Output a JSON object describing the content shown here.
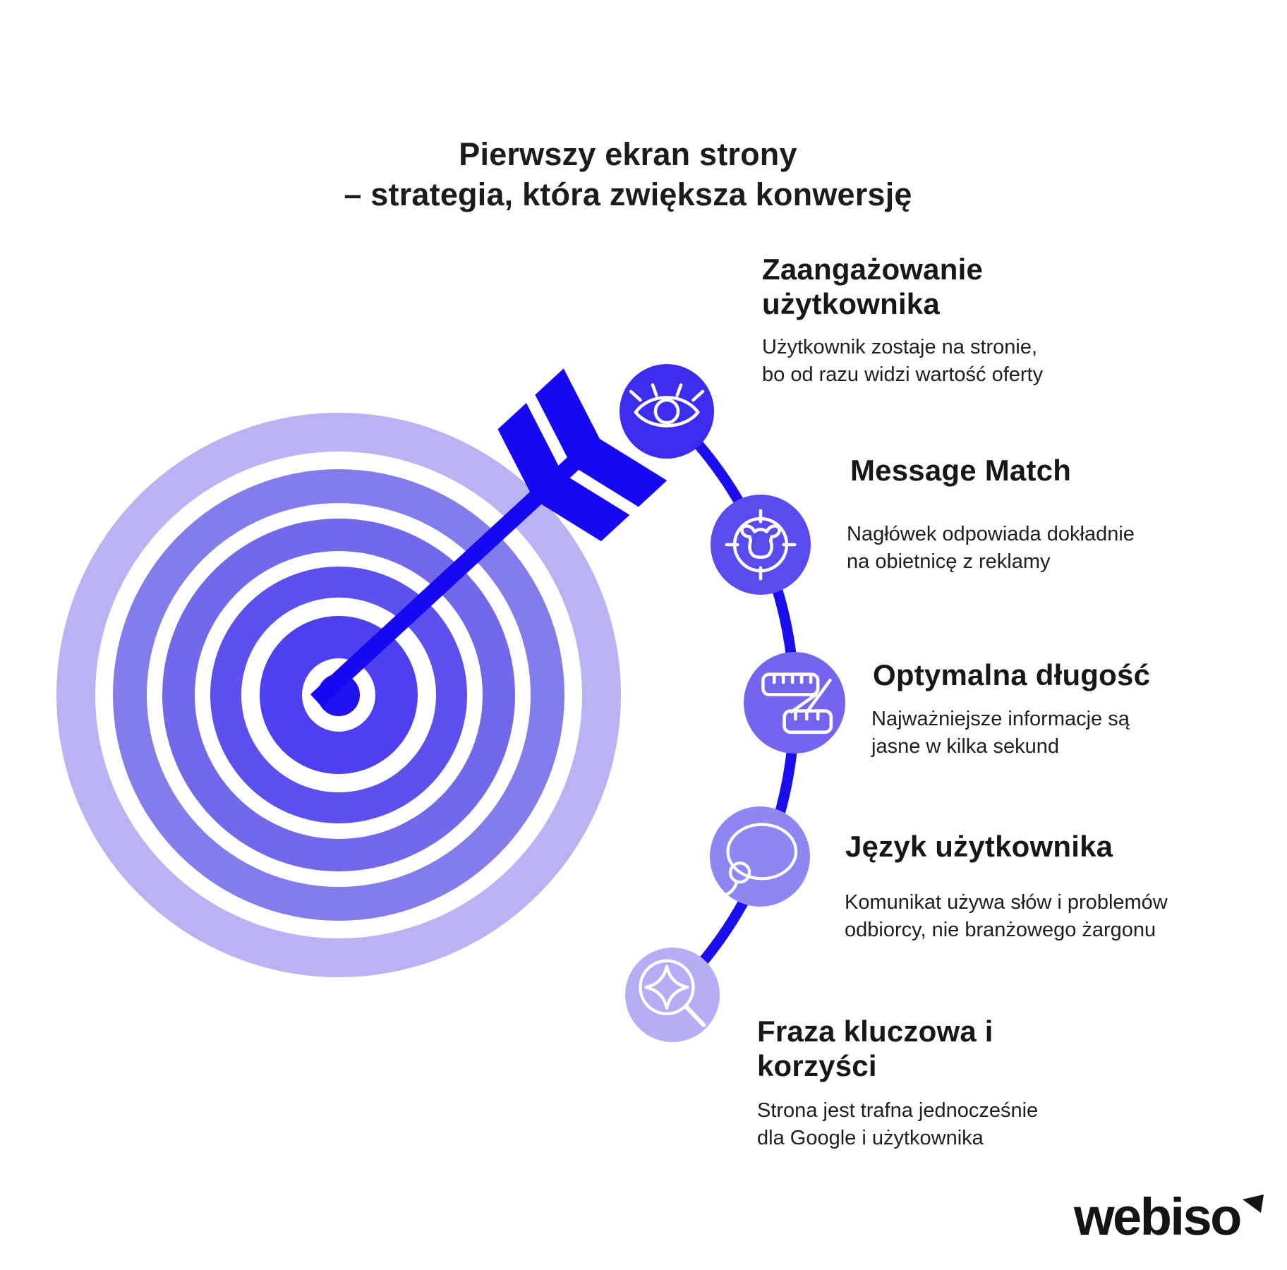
{
  "title": {
    "line1": "Pierwszy ekran strony",
    "line2": "– strategia, która zwiększa konwersję"
  },
  "steps": [
    {
      "heading": "Zaangażowanie\nużytkownika",
      "description": "Użytkownik zostaje na stronie,\nbo od razu widzi wartość oferty",
      "icon": "eye-icon",
      "circle_color": "#3c2cee"
    },
    {
      "heading": "Message Match",
      "description": "Nagłówek odpowiada dokładnie\nna obietnicę z reklamy",
      "icon": "bull-crosshair-icon",
      "circle_color": "#5a4bee"
    },
    {
      "heading": "Optymalna długość",
      "description": "Najważniejsze informacje są\njasne w kilka sekund",
      "icon": "measuring-tape-icon",
      "circle_color": "#7465ef"
    },
    {
      "heading": "Język użytkownika",
      "description": "Komunikat używa słów i problemów\nodbiorcy, nie branżowego żargonu",
      "icon": "speech-bubble-icon",
      "circle_color": "#8e87f1"
    },
    {
      "heading": "Fraza kluczowa i\nkorzyści",
      "description": "Strona jest trafna jednocześnie\ndla Google i użytkownika",
      "icon": "sparkle-magnifier-icon",
      "circle_color": "#b4aff5"
    }
  ],
  "logo": {
    "text": "webiso"
  },
  "colors": {
    "arrow_blue": "#1708f2",
    "connector_blue": "#1b0eee",
    "target_center_dot": "#2112f0",
    "target_inner_disc": "#4c40f0",
    "target_ring_1": "#5c51ee",
    "target_ring_2": "#7168ea",
    "target_ring_3": "#837ceb",
    "target_ring_outer": "#b8b4f3",
    "text_dark": "#1c1c1c"
  }
}
